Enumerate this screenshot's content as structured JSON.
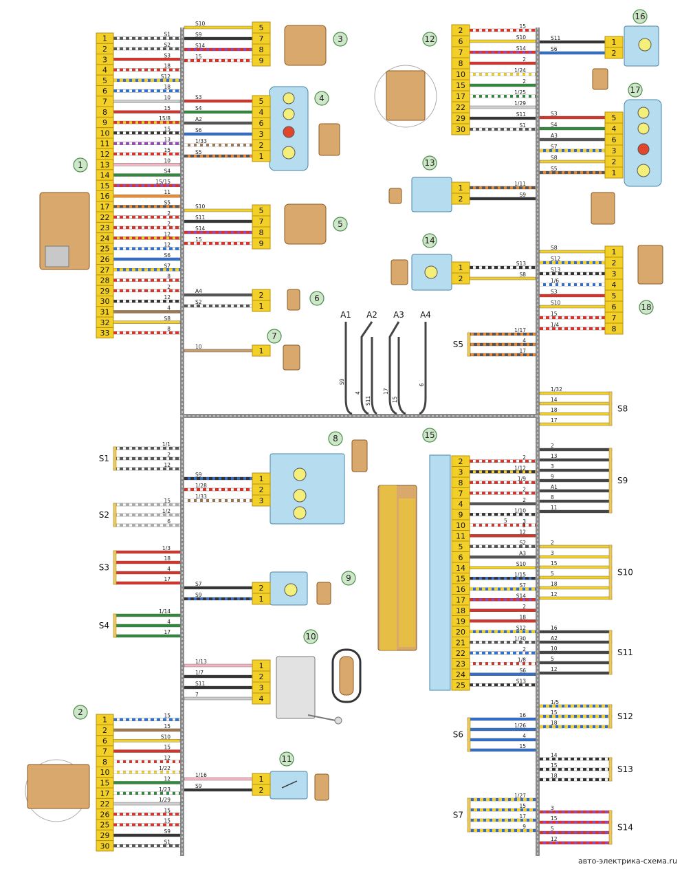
{
  "colors": {
    "pin_fill": "#f2d027",
    "pin_stroke": "#b88f10",
    "module_fill": "#b6dcef",
    "module_stroke": "#4a86a8",
    "connector_fill": "#d8a86c",
    "connector_stroke": "#8a5a24",
    "harness": "#7f7f7f",
    "bracket": "#e8c96a",
    "badge_fill": "#cde7c8",
    "badge_stroke": "#4c8b4c",
    "lamp_fill": "#f3ef7a",
    "lamp_red": "#e0472c"
  },
  "harness_labels": {
    "A1": "A1",
    "A2": "A2",
    "A3": "A3",
    "A4": "A4",
    "S9": "S9",
    "n4": "4",
    "S11": "S11",
    "n17": "17",
    "n15": "15",
    "n6": "6"
  },
  "watermark": "авто-электрика-схема.ru",
  "blocks": [
    {
      "id": "1",
      "rows": [
        {
          "pin": "1",
          "w": "S1",
          "c": [
            "#ffffff",
            "#555555"
          ]
        },
        {
          "pin": "2",
          "w": "S2",
          "c": [
            "#ffffff",
            "#555555"
          ]
        },
        {
          "pin": "3",
          "w": "S3",
          "c": [
            "#d8332a"
          ]
        },
        {
          "pin": "4",
          "w": "18",
          "c": [
            "#ffffff",
            "#d8332a"
          ]
        },
        {
          "pin": "5",
          "w": "S12",
          "c": [
            "#2f6fd0",
            "#f2d027"
          ]
        },
        {
          "pin": "6",
          "w": "18",
          "c": [
            "#ffffff",
            "#2f6fd0"
          ]
        },
        {
          "pin": "7",
          "w": "10",
          "c": [
            "#cfcfcf"
          ]
        },
        {
          "pin": "8",
          "w": "15",
          "c": [
            "#d8332a"
          ]
        },
        {
          "pin": "9",
          "w": "15/8",
          "c": [
            "#f2d027",
            "#d8332a"
          ]
        },
        {
          "pin": "10",
          "w": "15",
          "c": [
            "#ffffff",
            "#333333"
          ]
        },
        {
          "pin": "11",
          "w": "13",
          "c": [
            "#ffffff",
            "#9a46c0"
          ]
        },
        {
          "pin": "12",
          "w": "15",
          "c": [
            "#ffffff",
            "#d8332a"
          ]
        },
        {
          "pin": "13",
          "w": "10",
          "c": [
            "#f3b6c4"
          ]
        },
        {
          "pin": "14",
          "w": "S4",
          "c": [
            "#2f8a3b"
          ]
        },
        {
          "pin": "15",
          "w": "15/15",
          "c": [
            "#9a46c0",
            "#d8332a"
          ]
        },
        {
          "pin": "16",
          "w": "11",
          "c": [
            "#f28a2a"
          ]
        },
        {
          "pin": "17",
          "w": "S5",
          "c": [
            "#f28a2a",
            "#555555"
          ]
        },
        {
          "pin": "22",
          "w": "2",
          "c": [
            "#ffffff",
            "#d8332a"
          ]
        },
        {
          "pin": "23",
          "w": "2",
          "c": [
            "#ffffff",
            "#d8332a"
          ]
        },
        {
          "pin": "24",
          "w": "12",
          "c": [
            "#f2d027",
            "#d8332a"
          ]
        },
        {
          "pin": "25",
          "w": "12",
          "c": [
            "#ffffff",
            "#2f6fd0"
          ]
        },
        {
          "pin": "26",
          "w": "S6",
          "c": [
            "#2f6fd0"
          ]
        },
        {
          "pin": "27",
          "w": "S7",
          "c": [
            "#2f6fd0",
            "#f2d027"
          ]
        },
        {
          "pin": "28",
          "w": "8",
          "c": [
            "#ffffff",
            "#d8332a"
          ]
        },
        {
          "pin": "29",
          "w": "2",
          "c": [
            "#ffffff",
            "#d8332a"
          ]
        },
        {
          "pin": "30",
          "w": "12",
          "c": [
            "#ffffff",
            "#333333"
          ]
        },
        {
          "pin": "31",
          "w": "4",
          "c": [
            "#a07850"
          ]
        },
        {
          "pin": "32",
          "w": "S8",
          "c": [
            "#f2d027"
          ]
        },
        {
          "pin": "33",
          "w": "8",
          "c": [
            "#ffffff",
            "#d8332a"
          ]
        }
      ]
    },
    {
      "id": "3",
      "rows": [
        {
          "pin": "5",
          "w": "S10",
          "c": [
            "#f2d027"
          ]
        },
        {
          "pin": "7",
          "w": "S9",
          "c": [
            "#333333"
          ]
        },
        {
          "pin": "8",
          "w": "S14",
          "c": [
            "#9a46c0",
            "#d8332a"
          ]
        },
        {
          "pin": "9",
          "w": "15",
          "c": [
            "#ffffff",
            "#d8332a"
          ]
        }
      ]
    },
    {
      "id": "4",
      "rows": [
        {
          "pin": "5",
          "w": "S3",
          "c": [
            "#d8332a"
          ]
        },
        {
          "pin": "4",
          "w": "S4",
          "c": [
            "#2f8a3b"
          ]
        },
        {
          "pin": "6",
          "w": "A2",
          "c": [
            "#555555"
          ]
        },
        {
          "pin": "3",
          "w": "S6",
          "c": [
            "#2f6fd0"
          ]
        },
        {
          "pin": "2",
          "w": "1/33",
          "c": [
            "#a07850",
            "#ffffff"
          ]
        },
        {
          "pin": "1",
          "w": "S5",
          "c": [
            "#f28a2a",
            "#555555"
          ]
        }
      ]
    },
    {
      "id": "5",
      "rows": [
        {
          "pin": "5",
          "w": "S10",
          "c": [
            "#f2d027"
          ]
        },
        {
          "pin": "7",
          "w": "S11",
          "c": [
            "#333333"
          ]
        },
        {
          "pin": "8",
          "w": "S14",
          "c": [
            "#9a46c0",
            "#d8332a"
          ]
        },
        {
          "pin": "9",
          "w": "15",
          "c": [
            "#ffffff",
            "#d8332a"
          ]
        }
      ]
    },
    {
      "id": "6",
      "rows": [
        {
          "pin": "2",
          "w": "A4",
          "c": [
            "#555555"
          ]
        },
        {
          "pin": "1",
          "w": "S2",
          "c": [
            "#ffffff",
            "#555555"
          ]
        }
      ]
    },
    {
      "id": "7",
      "rows": [
        {
          "pin": "1",
          "w": "10",
          "c": [
            "#c9a070"
          ]
        }
      ]
    },
    {
      "id": "12",
      "rows": [
        {
          "pin": "2",
          "w": "15",
          "c": [
            "#ffffff",
            "#d8332a"
          ]
        },
        {
          "pin": "6",
          "w": "S10",
          "c": [
            "#f2d027"
          ]
        },
        {
          "pin": "7",
          "w": "S14",
          "c": [
            "#9a46c0",
            "#d8332a"
          ]
        },
        {
          "pin": "8",
          "w": "2",
          "c": [
            "#d8332a"
          ]
        },
        {
          "pin": "10",
          "w": "1/24",
          "c": [
            "#f2d027",
            "#ffffff"
          ]
        },
        {
          "pin": "15",
          "w": "2",
          "c": [
            "#2f8a3b"
          ]
        },
        {
          "pin": "17",
          "w": "1/25",
          "c": [
            "#2f8a3b",
            "#ffffff"
          ]
        },
        {
          "pin": "22",
          "w": "1/29",
          "c": [
            "#cfcfcf"
          ]
        },
        {
          "pin": "29",
          "w": "S11",
          "c": [
            "#333333"
          ]
        },
        {
          "pin": "30",
          "w": "S1",
          "c": [
            "#ffffff",
            "#555555"
          ]
        }
      ]
    },
    {
      "id": "13",
      "rows": [
        {
          "pin": "1",
          "w": "1/11",
          "c": [
            "#f28a2a",
            "#555555"
          ]
        },
        {
          "pin": "2",
          "w": "S9",
          "c": [
            "#333333"
          ]
        }
      ]
    },
    {
      "id": "14",
      "rows": [
        {
          "pin": "1",
          "w": "S13",
          "c": [
            "#ffffff",
            "#333333"
          ]
        },
        {
          "pin": "2",
          "w": "S8",
          "c": [
            "#f2d027"
          ]
        }
      ]
    },
    {
      "id": "16",
      "rows": [
        {
          "pin": "1",
          "w": "S11",
          "c": [
            "#333333"
          ]
        },
        {
          "pin": "2",
          "w": "S6",
          "c": [
            "#2f6fd0"
          ]
        }
      ]
    },
    {
      "id": "17",
      "rows": [
        {
          "pin": "5",
          "w": "S3",
          "c": [
            "#d8332a"
          ]
        },
        {
          "pin": "4",
          "w": "S4",
          "c": [
            "#2f8a3b"
          ]
        },
        {
          "pin": "6",
          "w": "A3",
          "c": [
            "#555555"
          ]
        },
        {
          "pin": "3",
          "w": "S7",
          "c": [
            "#2f6fd0",
            "#f2d027"
          ]
        },
        {
          "pin": "2",
          "w": "S8",
          "c": [
            "#f2d027"
          ]
        },
        {
          "pin": "1",
          "w": "S5",
          "c": [
            "#f28a2a",
            "#555555"
          ]
        }
      ]
    },
    {
      "id": "18",
      "rows": [
        {
          "pin": "1",
          "w": "S8",
          "c": [
            "#f2d027"
          ]
        },
        {
          "pin": "2",
          "w": "S12",
          "c": [
            "#2f6fd0",
            "#f2d027"
          ]
        },
        {
          "pin": "3",
          "w": "S13",
          "c": [
            "#ffffff",
            "#333333"
          ]
        },
        {
          "pin": "4",
          "w": "1/6",
          "c": [
            "#2f6fd0",
            "#ffffff"
          ]
        },
        {
          "pin": "5",
          "w": "S3",
          "c": [
            "#d8332a"
          ]
        },
        {
          "pin": "6",
          "w": "S10",
          "c": [
            "#f2d027"
          ]
        },
        {
          "pin": "7",
          "w": "15",
          "c": [
            "#ffffff",
            "#d8332a"
          ]
        },
        {
          "pin": "8",
          "w": "1/4",
          "c": [
            "#ffffff",
            "#d8332a"
          ]
        }
      ]
    },
    {
      "id": "8",
      "rows": [
        {
          "pin": "1",
          "w": "S9",
          "c": [
            "#2f6fd0",
            "#333333"
          ]
        },
        {
          "pin": "2",
          "w": "1/28",
          "c": [
            "#ffffff",
            "#d8332a"
          ]
        },
        {
          "pin": "3",
          "w": "1/33",
          "c": [
            "#a07850",
            "#ffffff"
          ]
        }
      ]
    },
    {
      "id": "9",
      "rows": [
        {
          "pin": "2",
          "w": "S7",
          "c": [
            "#333333"
          ]
        },
        {
          "pin": "1",
          "w": "S9",
          "c": [
            "#2f6fd0",
            "#333333"
          ]
        }
      ]
    },
    {
      "id": "10",
      "rows": [
        {
          "pin": "1",
          "w": "1/13",
          "c": [
            "#f3b6c4"
          ]
        },
        {
          "pin": "2",
          "w": "1/7",
          "c": [
            "#333333"
          ]
        },
        {
          "pin": "3",
          "w": "S11",
          "c": [
            "#333333"
          ]
        },
        {
          "pin": "4",
          "w": "7",
          "c": [
            "#cfcfcf"
          ]
        }
      ]
    },
    {
      "id": "11",
      "rows": [
        {
          "pin": "1",
          "w": "1/16",
          "c": [
            "#f3b6c4"
          ]
        },
        {
          "pin": "2",
          "w": "S9",
          "c": [
            "#333333"
          ]
        }
      ]
    },
    {
      "id": "2",
      "rows": [
        {
          "pin": "1",
          "w": "15",
          "c": [
            "#ffffff",
            "#2f6fd0"
          ]
        },
        {
          "pin": "2",
          "w": "15",
          "c": [
            "#a07850"
          ]
        },
        {
          "pin": "6",
          "w": "S10",
          "c": [
            "#f2d027"
          ]
        },
        {
          "pin": "7",
          "w": "15",
          "c": [
            "#d8332a"
          ]
        },
        {
          "pin": "8",
          "w": "12",
          "c": [
            "#d8332a",
            "#ffffff"
          ]
        },
        {
          "pin": "10",
          "w": "1/22",
          "c": [
            "#f2d027",
            "#ffffff"
          ]
        },
        {
          "pin": "15",
          "w": "12",
          "c": [
            "#2f8a3b"
          ]
        },
        {
          "pin": "17",
          "w": "1/23",
          "c": [
            "#2f8a3b",
            "#ffffff"
          ]
        },
        {
          "pin": "22",
          "w": "1/29",
          "c": [
            "#cfcfcf"
          ]
        },
        {
          "pin": "26",
          "w": "15",
          "c": [
            "#ffffff",
            "#d8332a"
          ]
        },
        {
          "pin": "25",
          "w": "15",
          "c": [
            "#ffffff",
            "#d8332a"
          ]
        },
        {
          "pin": "29",
          "w": "S9",
          "c": [
            "#333333"
          ]
        },
        {
          "pin": "30",
          "w": "S1",
          "c": [
            "#ffffff",
            "#555555"
          ]
        }
      ]
    },
    {
      "id": "15",
      "rows": [
        {
          "pin": "2",
          "w": "2",
          "c": [
            "#ffffff",
            "#d8332a"
          ]
        },
        {
          "pin": "3",
          "w": "1/12",
          "c": [
            "#f2d027",
            "#333333"
          ]
        },
        {
          "pin": "8",
          "w": "1/9",
          "c": [
            "#ffffff",
            "#d8332a"
          ]
        },
        {
          "pin": "7",
          "w": "2",
          "c": [
            "#ffffff",
            "#d8332a"
          ]
        },
        {
          "pin": "4",
          "w": "2",
          "c": [
            "#555555"
          ]
        },
        {
          "pin": "9",
          "w": "1/10",
          "c": [
            "#ffffff",
            "#333333"
          ]
        },
        {
          "pin": "10",
          "w": "3",
          "c": [
            "#d8332a",
            "#ffffff"
          ]
        },
        {
          "pin": "11",
          "w": "12",
          "c": [
            "#d8332a"
          ]
        },
        {
          "pin": "5",
          "w": "S2",
          "c": [
            "#ffffff",
            "#555555"
          ]
        },
        {
          "pin": "6",
          "w": "A3",
          "c": [
            "#555555"
          ]
        },
        {
          "pin": "14",
          "w": "S10",
          "c": [
            "#f2d027"
          ]
        },
        {
          "pin": "15",
          "w": "1/15",
          "c": [
            "#2f6fd0",
            "#333333"
          ]
        },
        {
          "pin": "16",
          "w": "S7",
          "c": [
            "#2f6fd0",
            "#f2d027"
          ]
        },
        {
          "pin": "17",
          "w": "S14",
          "c": [
            "#9a46c0",
            "#d8332a"
          ]
        },
        {
          "pin": "18",
          "w": "2",
          "c": [
            "#d8332a"
          ]
        },
        {
          "pin": "19",
          "w": "18",
          "c": [
            "#d8332a"
          ]
        },
        {
          "pin": "20",
          "w": "S12",
          "c": [
            "#2f6fd0",
            "#f2d027"
          ]
        },
        {
          "pin": "21",
          "w": "1/30",
          "c": [
            "#ffffff",
            "#555555"
          ]
        },
        {
          "pin": "22",
          "w": "2",
          "c": [
            "#ffffff",
            "#2f6fd0"
          ]
        },
        {
          "pin": "23",
          "w": "1/8",
          "c": [
            "#d8332a",
            "#ffffff"
          ]
        },
        {
          "pin": "24",
          "w": "S6",
          "c": [
            "#2f6fd0"
          ]
        },
        {
          "pin": "25",
          "w": "S13",
          "c": [
            "#ffffff",
            "#333333"
          ]
        }
      ]
    }
  ],
  "extra_labels": {
    "n5": "5",
    "n3": "3"
  },
  "numbered_badges": [
    "1",
    "2",
    "3",
    "4",
    "5",
    "6",
    "7",
    "8",
    "9",
    "10",
    "11",
    "12",
    "13",
    "14",
    "15",
    "16",
    "17",
    "18"
  ],
  "splices": [
    {
      "name": "S1",
      "wires": [
        "1/1",
        "2",
        "12"
      ],
      "color": "#ffffff",
      "stripe": "#555555"
    },
    {
      "name": "S2",
      "wires": [
        "15",
        "1/2",
        "6"
      ],
      "color": "#ffffff",
      "stripe": "#aaaaaa"
    },
    {
      "name": "S3",
      "wires": [
        "1/3",
        "18",
        "4",
        "17"
      ],
      "color": "#d8332a",
      "stripe": ""
    },
    {
      "name": "S4",
      "wires": [
        "1/14",
        "4",
        "17"
      ],
      "color": "#2f8a3b",
      "stripe": ""
    },
    {
      "name": "S5",
      "wires": [
        "1/17",
        "4",
        "17"
      ],
      "color": "#f28a2a",
      "stripe": "#555555"
    },
    {
      "name": "S6",
      "wires": [
        "16",
        "1/26",
        "4",
        "15"
      ],
      "color": "#2f6fd0",
      "stripe": ""
    },
    {
      "name": "S7",
      "wires": [
        "1/27",
        "15",
        "17",
        "9"
      ],
      "color": "#2f6fd0",
      "stripe": "#f2d027"
    },
    {
      "name": "S8",
      "wires": [
        "1/32",
        "14",
        "18",
        "17"
      ],
      "color": "#f2d027",
      "stripe": ""
    },
    {
      "name": "S9",
      "wires": [
        "2",
        "13",
        "3",
        "9",
        "A1",
        "8",
        "11"
      ],
      "color": "#444444",
      "stripe": ""
    },
    {
      "name": "S10",
      "wires": [
        "2",
        "3",
        "15",
        "5",
        "18",
        "12"
      ],
      "color": "#f2d027",
      "stripe": ""
    },
    {
      "name": "S11",
      "wires": [
        "16",
        "A2",
        "10",
        "5",
        "12"
      ],
      "color": "#444444",
      "stripe": ""
    },
    {
      "name": "S12",
      "wires": [
        "1/5",
        "15",
        "18"
      ],
      "color": "#2f6fd0",
      "stripe": "#f2d027"
    },
    {
      "name": "S13",
      "wires": [
        "14",
        "15",
        "18"
      ],
      "color": "#ffffff",
      "stripe": "#333333"
    },
    {
      "name": "S14",
      "wires": [
        "3",
        "15",
        "5",
        "12"
      ],
      "color": "#9a46c0",
      "stripe": "#d8332a"
    }
  ]
}
